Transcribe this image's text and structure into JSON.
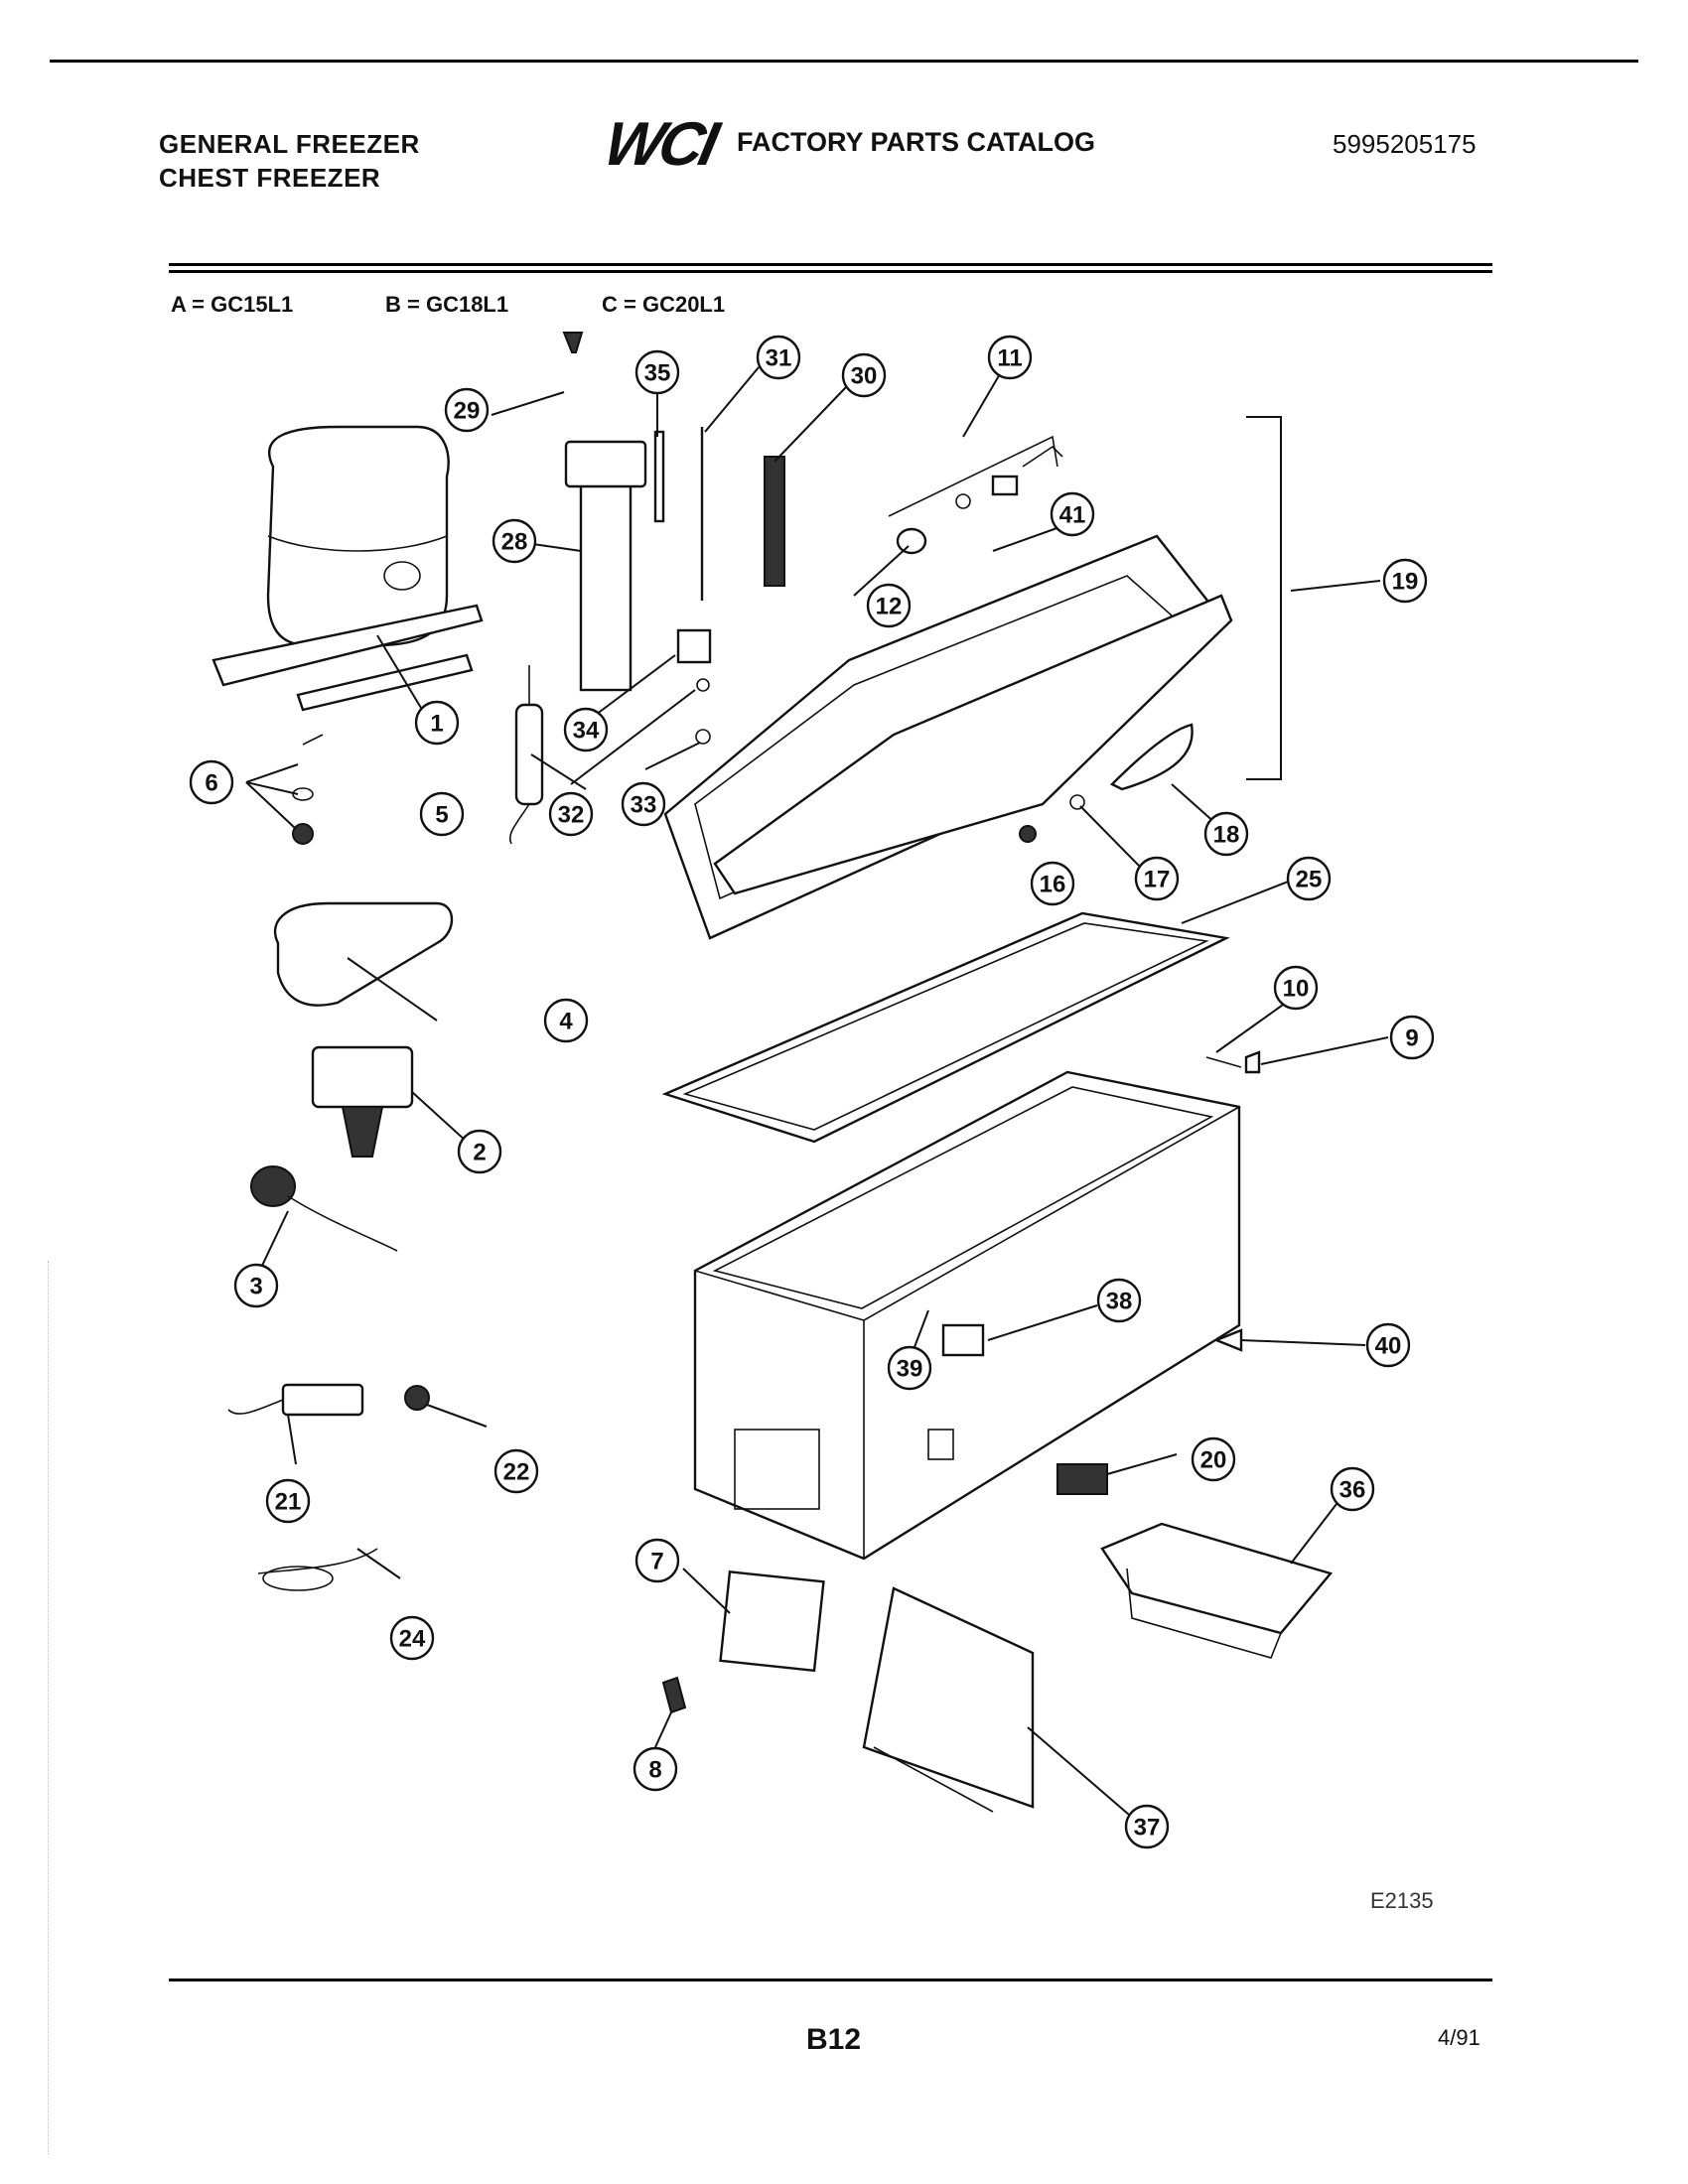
{
  "header": {
    "line1": "GENERAL FREEZER",
    "line2": "CHEST FREEZER",
    "logo": "WCI",
    "catalog_title": "FACTORY PARTS CATALOG",
    "doc_number": "5995205175"
  },
  "models": {
    "a": "A = GC15L1",
    "b": "B = GC18L1",
    "c": "C = GC20L1"
  },
  "callouts": [
    "1",
    "2",
    "3",
    "4",
    "5",
    "6",
    "7",
    "8",
    "9",
    "10",
    "11",
    "12",
    "16",
    "17",
    "18",
    "19",
    "20",
    "21",
    "22",
    "24",
    "25",
    "28",
    "29",
    "30",
    "31",
    "32",
    "33",
    "34",
    "35",
    "36",
    "37",
    "38",
    "39",
    "40",
    "41"
  ],
  "footer": {
    "drawing_code": "E2135",
    "page": "B12",
    "date": "4/91"
  }
}
